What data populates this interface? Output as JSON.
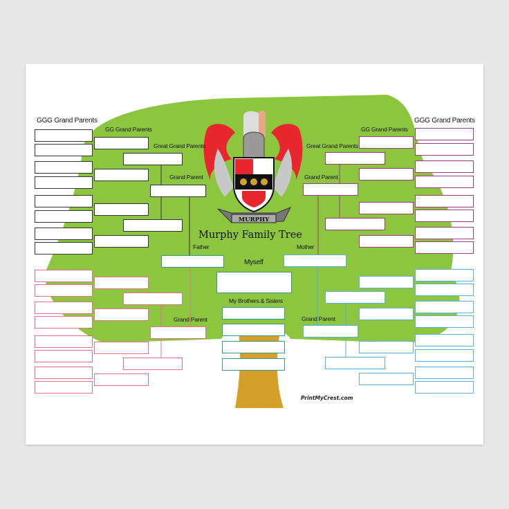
{
  "title": "Murphy Family Tree",
  "crest_banner": "MURPHY",
  "credit": "PrintMyCrest.com",
  "labels": {
    "ggg_left": "GGG Grand Parents",
    "gg_left": "GG Grand Parents",
    "great_left": "Great Grand Parents",
    "grand_left_top": "Grand Parent",
    "father": "Father",
    "myself": "Myself",
    "mother": "Mother",
    "siblings": "My Brothers & Sisters",
    "grand_left_bottom": "Grand  Parent",
    "grand_right_bottom": "Grand  Parent",
    "ggg_right": "GGG Grand Parents",
    "gg_right": "GG Grand Parents",
    "great_right": "Great Grand Parents",
    "grand_right_top": "Grand Parent"
  },
  "colors": {
    "paternal_father_side": "#333333",
    "paternal_mother_side": "#e8708a",
    "maternal_father_side": "#9b3a85",
    "maternal_mother_side": "#5aaee0",
    "self_and_siblings": "#3a9a8a",
    "tree_foliage": "#8cc63f",
    "tree_trunk": "#d4a02a"
  },
  "icons": {
    "crest": "coat-of-arms-icon"
  }
}
